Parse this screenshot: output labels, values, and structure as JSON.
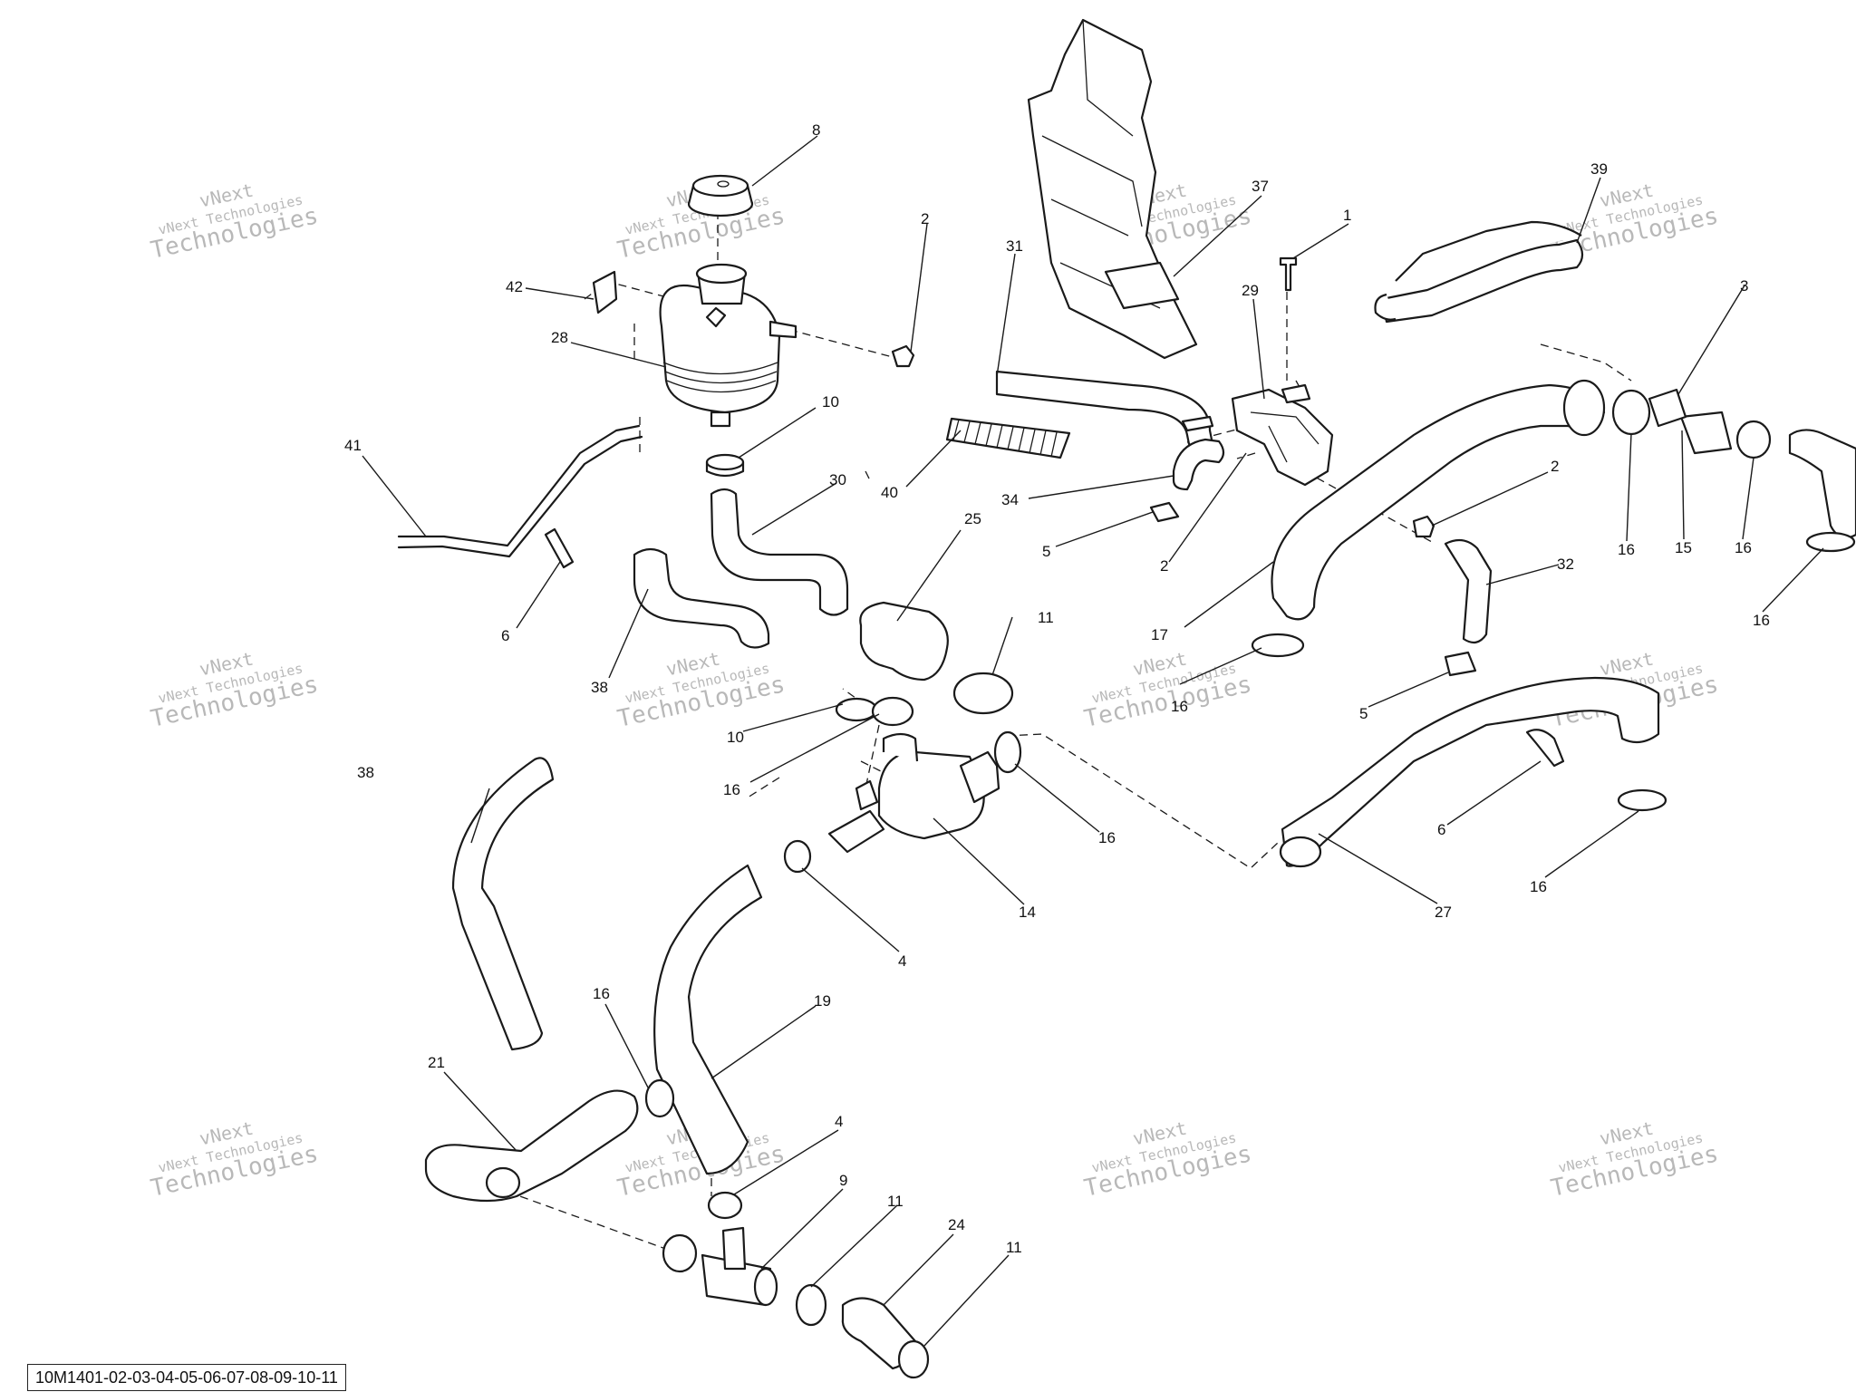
{
  "diagram": {
    "document_id": "10M1401-02-03-04-05-06-07-08-09-10-11",
    "watermark": {
      "line1": "vNext",
      "line2": "vNext Technologies",
      "line3": "Technologies"
    },
    "callouts": [
      {
        "id": "c8",
        "label": "8"
      },
      {
        "id": "c42",
        "label": "42"
      },
      {
        "id": "c28",
        "label": "28"
      },
      {
        "id": "c41",
        "label": "41"
      },
      {
        "id": "c6a",
        "label": "6"
      },
      {
        "id": "c10a",
        "label": "10"
      },
      {
        "id": "c30",
        "label": "30"
      },
      {
        "id": "c38a",
        "label": "38"
      },
      {
        "id": "c2a",
        "label": "2"
      },
      {
        "id": "c31",
        "label": "31"
      },
      {
        "id": "c40",
        "label": "40"
      },
      {
        "id": "c25",
        "label": "25"
      },
      {
        "id": "c11a",
        "label": "11"
      },
      {
        "id": "c10b",
        "label": "10"
      },
      {
        "id": "c16a",
        "label": "16"
      },
      {
        "id": "c37",
        "label": "37"
      },
      {
        "id": "c1",
        "label": "1"
      },
      {
        "id": "c29",
        "label": "29"
      },
      {
        "id": "c34",
        "label": "34"
      },
      {
        "id": "c5a",
        "label": "5"
      },
      {
        "id": "c2b",
        "label": "2"
      },
      {
        "id": "c17",
        "label": "17"
      },
      {
        "id": "c16b",
        "label": "16"
      },
      {
        "id": "c39",
        "label": "39"
      },
      {
        "id": "c3",
        "label": "3"
      },
      {
        "id": "c2c",
        "label": "2"
      },
      {
        "id": "c32",
        "label": "32"
      },
      {
        "id": "c5b",
        "label": "5"
      },
      {
        "id": "c16c",
        "label": "16"
      },
      {
        "id": "c15",
        "label": "15"
      },
      {
        "id": "c16d",
        "label": "16"
      },
      {
        "id": "c16e",
        "label": "16"
      },
      {
        "id": "c16f",
        "label": "16"
      },
      {
        "id": "c14",
        "label": "14"
      },
      {
        "id": "c4a",
        "label": "4"
      },
      {
        "id": "c38b",
        "label": "38"
      },
      {
        "id": "c6b",
        "label": "6"
      },
      {
        "id": "c16g",
        "label": "16"
      },
      {
        "id": "c27",
        "label": "27"
      },
      {
        "id": "c19",
        "label": "19"
      },
      {
        "id": "c16h",
        "label": "16"
      },
      {
        "id": "c21",
        "label": "21"
      },
      {
        "id": "c4b",
        "label": "4"
      },
      {
        "id": "c9",
        "label": "9"
      },
      {
        "id": "c11b",
        "label": "11"
      },
      {
        "id": "c24",
        "label": "24"
      },
      {
        "id": "c11c",
        "label": "11"
      }
    ]
  }
}
